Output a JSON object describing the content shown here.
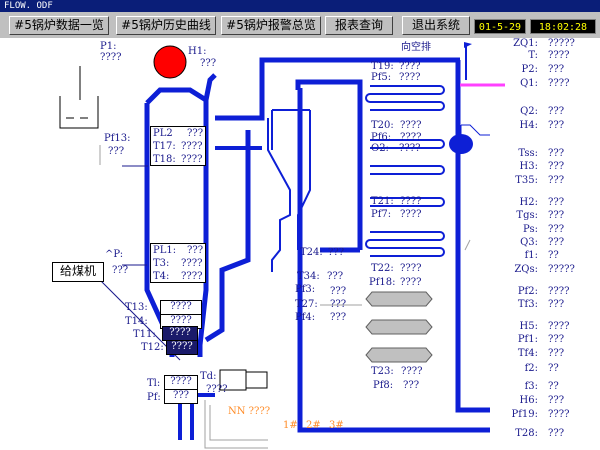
{
  "window": {
    "title": "FLOW. ODF"
  },
  "toolbar": {
    "buttons": [
      "#5锅炉数据一览",
      "#5锅炉历史曲线",
      "#5锅炉报警总览",
      "报表查询",
      "退出系统"
    ],
    "date": "01-5-29",
    "time": "18:02:28"
  },
  "left": {
    "p1": {
      "label": "P1:",
      "value": "????"
    },
    "h1": {
      "label": "H1:",
      "value": "???"
    },
    "pf13": {
      "label": "Pf13:",
      "value": "???"
    },
    "ap": {
      "label": "^P:",
      "value": "???"
    },
    "coal_feeder": "给煤机"
  },
  "furnace_top": [
    {
      "label": "PL2",
      "value": "???"
    },
    {
      "label": "T17:",
      "value": "????"
    },
    {
      "label": "T18:",
      "value": "????"
    }
  ],
  "furnace_mid": [
    {
      "label": "PL1:",
      "value": "???"
    },
    {
      "label": "T3:",
      "value": "????"
    },
    {
      "label": "T4:",
      "value": "????"
    }
  ],
  "furnace_low": [
    {
      "label": "T13:",
      "value": "????"
    },
    {
      "label": "T14:",
      "value": "????"
    },
    {
      "label": "T11:",
      "value": "????"
    },
    {
      "label": "T12:",
      "value": "????"
    }
  ],
  "bottom": {
    "tl": {
      "label": "Tl:",
      "value": "????"
    },
    "pf": {
      "label": "Pf:",
      "value": "???"
    },
    "td": {
      "label": "Td:",
      "value": "????"
    },
    "orange_reading": "NN ????",
    "units": [
      "1#",
      "2#",
      "3#"
    ]
  },
  "cyclone": [
    {
      "label": "T24:",
      "value": "???"
    },
    {
      "label": "T34:",
      "value": "???"
    },
    {
      "label": "Pf3:",
      "value": "???"
    },
    {
      "label": "T27:",
      "value": "???"
    },
    {
      "label": "Pf4:",
      "value": "???"
    }
  ],
  "backpass": {
    "title": "向空排",
    "top": [
      {
        "label": "T19:",
        "value": "????"
      },
      {
        "label": "Pf5:",
        "value": "????"
      },
      {
        "label": "T20:",
        "value": "????"
      },
      {
        "label": "Pf6:",
        "value": "????"
      },
      {
        "label": "O2:",
        "value": "????"
      },
      {
        "label": "T21:",
        "value": "????"
      },
      {
        "label": "Pf7:",
        "value": "????"
      },
      {
        "label": "T22:",
        "value": "????"
      },
      {
        "label": "Pf18:",
        "value": "????"
      }
    ],
    "bottom": [
      {
        "label": "T23:",
        "value": "????"
      },
      {
        "label": "Pf8:",
        "value": "???"
      }
    ]
  },
  "right_panel": [
    {
      "label": "ZQ1:",
      "value": "?????"
    },
    {
      "label": "T:",
      "value": "????"
    },
    {
      "label": "P2:",
      "value": "???"
    },
    {
      "label": "Q1:",
      "value": "????"
    },
    {
      "label": "Q2:",
      "value": "???"
    },
    {
      "label": "H4:",
      "value": "???"
    },
    {
      "label": "Tss:",
      "value": "???"
    },
    {
      "label": "H3:",
      "value": "???"
    },
    {
      "label": "T35:",
      "value": "???"
    },
    {
      "label": "H2:",
      "value": "???"
    },
    {
      "label": "Tgs:",
      "value": "???"
    },
    {
      "label": "Ps:",
      "value": "???"
    },
    {
      "label": "Q3:",
      "value": "???"
    },
    {
      "label": "f1:",
      "value": "??"
    },
    {
      "label": "ZQs:",
      "value": "?????"
    },
    {
      "label": "Pf2:",
      "value": "????"
    },
    {
      "label": "Tf3:",
      "value": "???"
    },
    {
      "label": "H5:",
      "value": "????"
    },
    {
      "label": "Pf1:",
      "value": "???"
    },
    {
      "label": "Tf4:",
      "value": "???"
    },
    {
      "label": "f2:",
      "value": "??"
    },
    {
      "label": "f3:",
      "value": "??"
    },
    {
      "label": "H6:",
      "value": "???"
    },
    {
      "label": "Pf19:",
      "value": "????"
    },
    {
      "label": "T28:",
      "value": "???"
    }
  ],
  "colors": {
    "pipe": "#0d1fd6",
    "text": "#1a1a8c",
    "drum": "#ff0000",
    "titlebar": "#0a1e78",
    "clock_text": "#ffff00",
    "orange": "#ff8c28"
  }
}
